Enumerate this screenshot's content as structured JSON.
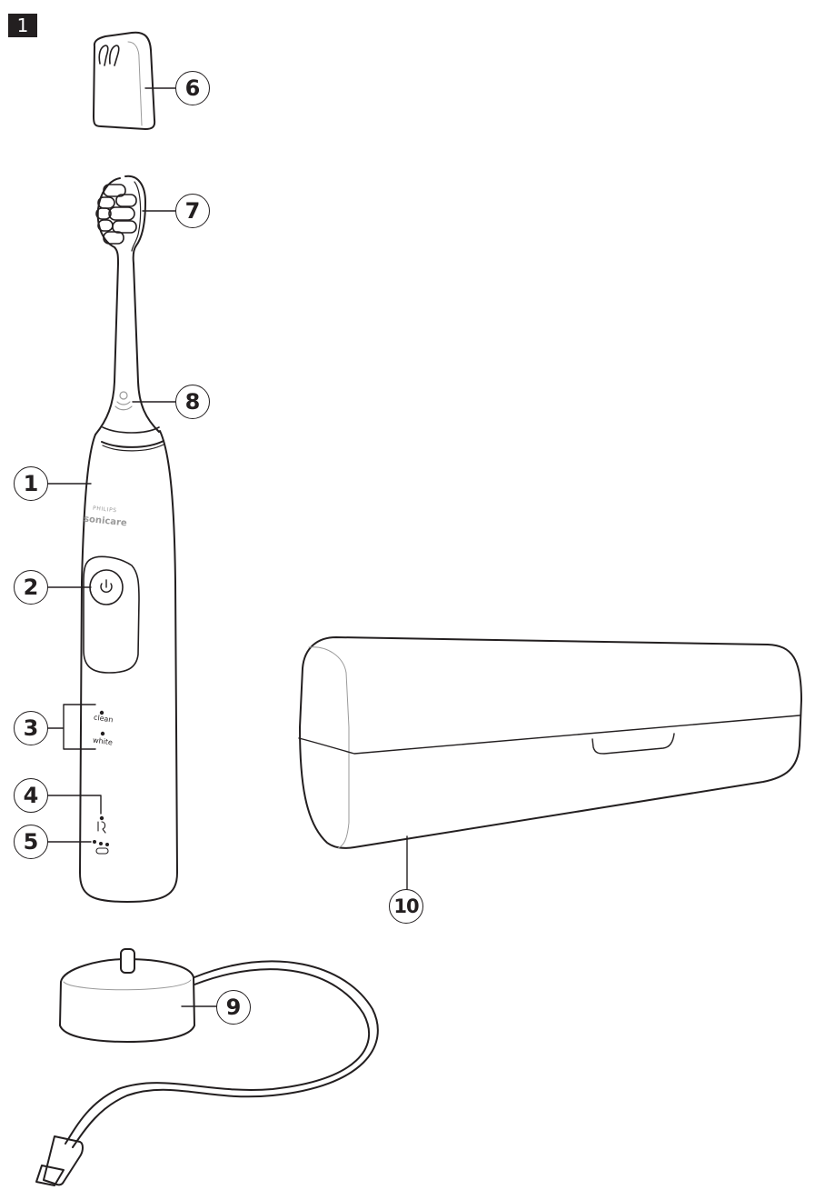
{
  "figure": {
    "number": "1",
    "subject": "Electric toothbrush parts overview"
  },
  "callouts": [
    {
      "id": "1",
      "label": "1",
      "part": "handle"
    },
    {
      "id": "2",
      "label": "2",
      "part": "power-button"
    },
    {
      "id": "3",
      "label": "3",
      "part": "mode-indicators"
    },
    {
      "id": "4",
      "label": "4",
      "part": "brush-head-replacement-indicator"
    },
    {
      "id": "5",
      "label": "5",
      "part": "battery-indicator"
    },
    {
      "id": "6",
      "label": "6",
      "part": "protective-cap"
    },
    {
      "id": "7",
      "label": "7",
      "part": "brush-head"
    },
    {
      "id": "8",
      "label": "8",
      "part": "brush-head-sensor-symbol"
    },
    {
      "id": "9",
      "label": "9",
      "part": "charger"
    },
    {
      "id": "10",
      "label": "10",
      "part": "travel-case"
    }
  ],
  "handle_text": {
    "brand_top": "PHILIPS",
    "brand_bottom": "sonicare",
    "mode_1": "clean",
    "mode_2": "white"
  },
  "colors": {
    "line": "#231f20",
    "light_line": "#9a9a9a",
    "badge_bg": "#231f20",
    "background": "#ffffff"
  }
}
